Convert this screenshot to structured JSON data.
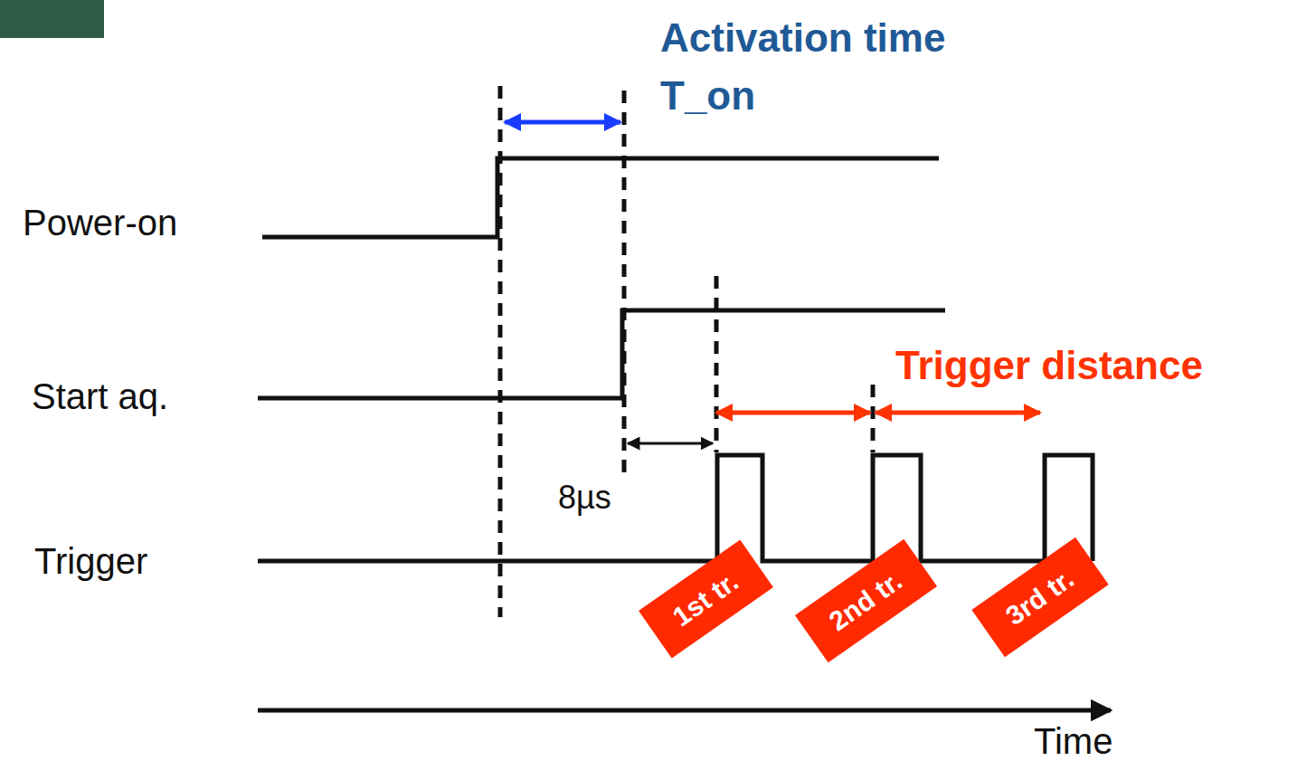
{
  "diagram": {
    "nodes": [
      {
        "text": [
          "1st tr."
        ]
      },
      {
        "text": [
          "2nd tr."
        ]
      },
      {
        "text": [
          "3rd tr."
        ]
      }
    ],
    "labels": [
      "Activation time T_on",
      "Power-on",
      "Start aq.",
      "Trigger",
      "8µs",
      "Trigger distance",
      "Time"
    ]
  }
}
